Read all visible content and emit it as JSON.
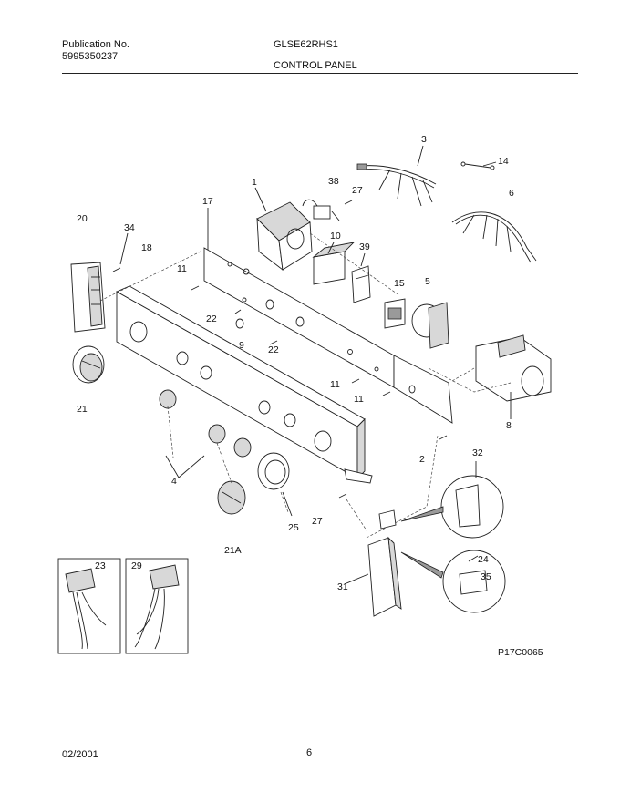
{
  "header": {
    "publication_label": "Publication No.",
    "publication_number": "5995350237",
    "model": "GLSE62RHS1",
    "section": "CONTROL PANEL"
  },
  "footer": {
    "date": "02/2001",
    "page": "6"
  },
  "diagram": {
    "drawing_code": "P17C0065",
    "part_labels": [
      "1",
      "2",
      "3",
      "4",
      "5",
      "6",
      "8",
      "9",
      "10",
      "11",
      "11",
      "11",
      "14",
      "15",
      "17",
      "18",
      "20",
      "21",
      "21A",
      "22",
      "22",
      "23",
      "24",
      "25",
      "27",
      "27",
      "29",
      "31",
      "32",
      "34",
      "35",
      "38",
      "39"
    ]
  }
}
